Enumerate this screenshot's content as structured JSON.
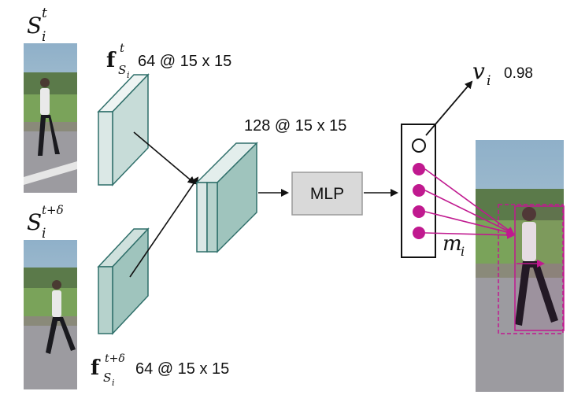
{
  "frames": {
    "top": {
      "symbol": "S",
      "subscript": "i",
      "superscript": "t"
    },
    "bottom": {
      "symbol": "S",
      "subscript": "i",
      "superscript": "t+δ"
    }
  },
  "features": {
    "top": {
      "symbol": "f",
      "sup": "t",
      "sub_symbol": "S",
      "sub_index": "i",
      "size": "64 @ 15 x 15"
    },
    "bottom": {
      "symbol": "f",
      "sup": "t+δ",
      "sub_symbol": "S",
      "sub_index": "i",
      "size": "64 @ 15 x 15"
    }
  },
  "merged": {
    "size": "128 @ 15 x 15"
  },
  "mlp": {
    "label": "MLP"
  },
  "output": {
    "visibility_symbol": "v",
    "visibility_index": "i",
    "visibility_value": "0.98",
    "mask_symbol": "m",
    "mask_index": "i"
  },
  "colors": {
    "block_light": "#dbe8e6",
    "block_dark": "#9fc4bd",
    "block_edge": "#2f6f6a",
    "mlp_fill": "#d9d9d9",
    "mask_dot": "#c0198f"
  }
}
